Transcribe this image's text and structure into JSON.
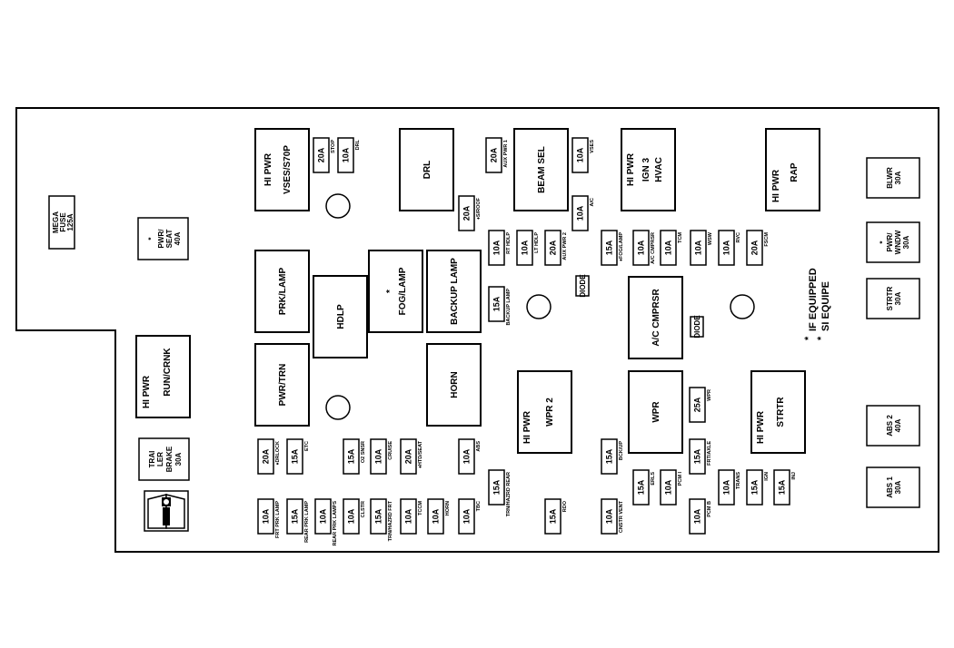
{
  "relays": {
    "hipwr_vses": [
      "HI PWR",
      "VSES/S70P"
    ],
    "drl": "DRL",
    "beam_sel": "BEAM SEL",
    "hipwr_ign3": [
      "HI PWR",
      "IGN 3",
      "HVAC"
    ],
    "hipwr_rap": [
      "HI PWR",
      "RAP"
    ],
    "prk_lamp": "PRK/LAMP",
    "hdlp": "HDLP",
    "fog_lamp": [
      "*",
      "FOG/LAMP"
    ],
    "backup_lamp": "BACKUP LAMP",
    "pwr_trn": "PWR/TRN",
    "horn": "HORN",
    "ac_cmprsr": "A/C CMPRSR",
    "hipwr_run_crnk": [
      "HI PWR",
      "RUN/CRNK"
    ],
    "hipwr_wpr2": [
      "HI PWR",
      "WPR 2"
    ],
    "wpr": "WPR",
    "hipwr_strtr": [
      "HI PWR",
      "STRTR"
    ]
  },
  "large_fuses": {
    "mega": [
      "MEGA",
      "FUSE",
      "125A"
    ],
    "pwr_seat": [
      "*",
      "PWR/",
      "SEAT",
      "40A"
    ],
    "trailer_brake": [
      "TRAI",
      "LER",
      "BRAKE",
      "30A"
    ],
    "blwr": [
      "BLWR",
      "30A"
    ],
    "pwr_wndw": [
      "*",
      "PWR/",
      "WNDW",
      "30A"
    ],
    "strtr": [
      "STRTR",
      "30A"
    ],
    "abs2": [
      "ABS 2",
      "40A"
    ],
    "abs1": [
      "ABS 1",
      "30A"
    ]
  },
  "diodes": {
    "wpr": "DIODE",
    "ac": "DIODE"
  },
  "fuses": [
    {
      "rating": "20A",
      "label": "STOP"
    },
    {
      "rating": "10A",
      "label": "DRL"
    },
    {
      "rating": "20A",
      "label": "AUX PWR 1"
    },
    {
      "rating": "10A",
      "label": "VSES"
    },
    {
      "rating": "20A",
      "label": "♦S/ROOF"
    },
    {
      "rating": "10A",
      "label": "A/C"
    },
    {
      "rating": "10A",
      "label": "RT HDLP"
    },
    {
      "rating": "10A",
      "label": "LT HDLP"
    },
    {
      "rating": "20A",
      "label": "AUX PWR 2"
    },
    {
      "rating": "15A",
      "label": "♦FOG/LAMP"
    },
    {
      "rating": "10A",
      "label": "A/C CMPRSR"
    },
    {
      "rating": "10A",
      "label": "TCM"
    },
    {
      "rating": "10A",
      "label": "WSW"
    },
    {
      "rating": "10A",
      "label": "RVC"
    },
    {
      "rating": "20A",
      "label": "FSCM"
    },
    {
      "rating": "15A",
      "label": "BACKUP LAMP"
    },
    {
      "rating": "25A",
      "label": "WPR"
    },
    {
      "rating": "20A",
      "label": "♦DRLOCK"
    },
    {
      "rating": "15A",
      "label": "ETC"
    },
    {
      "rating": "15A",
      "label": "O2 SNSR"
    },
    {
      "rating": "10A",
      "label": "CRUISE"
    },
    {
      "rating": "20A",
      "label": "♦HTD/SEAT"
    },
    {
      "rating": "10A",
      "label": "ABS"
    },
    {
      "rating": "15A",
      "label": "BCK/UP"
    },
    {
      "rating": "15A",
      "label": "FRT/AXLE"
    },
    {
      "rating": "15A",
      "label": "TRN/HAZRD REAR"
    },
    {
      "rating": "15A",
      "label": "ERLS"
    },
    {
      "rating": "10A",
      "label": "PCM I"
    },
    {
      "rating": "10A",
      "label": "FRT PRK LAMP"
    },
    {
      "rating": "15A",
      "label": "REAR PRK LAMP"
    },
    {
      "rating": "10A",
      "label": "REAR PRK LAMPS"
    },
    {
      "rating": "10A",
      "label": "CLSTR"
    },
    {
      "rating": "15A",
      "label": "TRN/HAZRD FRT"
    },
    {
      "rating": "10A",
      "label": "TCCM"
    },
    {
      "rating": "10A",
      "label": "HORN"
    },
    {
      "rating": "10A",
      "label": "TBC"
    },
    {
      "rating": "15A",
      "label": "RDO"
    },
    {
      "rating": "10A",
      "label": "CNSTR VENT"
    },
    {
      "rating": "10A",
      "label": "TRANS"
    },
    {
      "rating": "15A",
      "label": "IGN"
    },
    {
      "rating": "15A",
      "label": "INJ"
    },
    {
      "rating": "10A",
      "label": "PCM B"
    }
  ],
  "legend": {
    "symbol_if_equipped": "*",
    "if_equipped": "IF EQUIPPED",
    "symbol_si_equipe": "*",
    "si_equipe": "SI EQUIPE"
  },
  "icons": {
    "manual": "book-info-icon"
  }
}
